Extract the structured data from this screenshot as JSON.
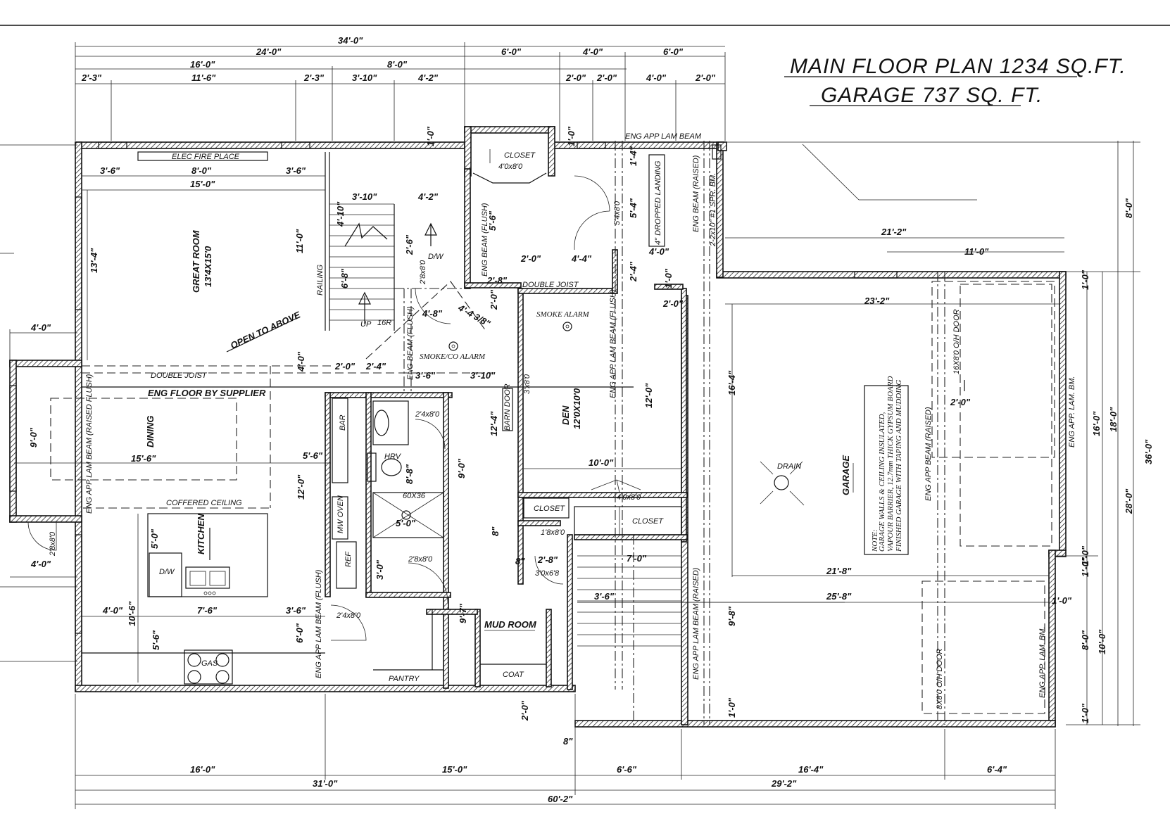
{
  "title": {
    "line1": "MAIN FLOOR PLAN 1234 SQ.FT.",
    "line2": "GARAGE  737 SQ. FT."
  },
  "rooms": {
    "great_room": "GREAT ROOM",
    "great_room_size": "13'4X15'0",
    "dining": "DINING",
    "kitchen": "KITCHEN",
    "den": "DEN",
    "den_size": "12'0X10'0",
    "garage": "GARAGE",
    "mud_room": "MUD ROOM",
    "pantry": "PANTRY",
    "coat": "COAT",
    "closet_top": "CLOSET",
    "closet_mid": "CLOSET",
    "closet_low": "CLOSET"
  },
  "labels": {
    "elec_fire_place": "ELEC FIRE PLACE",
    "open_to_above": "OPEN TO ABOVE",
    "double_joist_1": "DOUBLE JOIST",
    "double_joist_2": "DOUBLE JOIST",
    "eng_floor": "ENG FLOOR BY SUPPLIER",
    "coffered": "COFFERED CEILING",
    "smoke_co": "SMOKE/CO ALARM",
    "smoke": "SMOKE ALARM",
    "drain": "DRAIN",
    "railing": "RAILING",
    "up": "UP",
    "sixteen_r": "16R",
    "dw_stair": "D/W",
    "dw_kitchen": "D/W",
    "gas": "GAS",
    "bar": "BAR",
    "ref": "REF",
    "mw_oven": "MW OVEN",
    "barn_door": "BARN DOOR",
    "dropped_landing": "4\" DROPPED LANDING",
    "eng_app_lam_beam_top": "ENG APP LAM BEAM",
    "eng_beam_raised_v": "ENG BEAM (RAISED)",
    "spr_bm": "2-2x10\" #1 SPR. BM.",
    "eng_beam_flush_1": "ENG BEAM (FLUSH)",
    "eng_beam_flush_2": "ENG BEAM (FLUSH)",
    "eng_app_lam_flush": "ENG APP LAM BEAM (FLUSH)",
    "eng_app_lam_raised_flush": "ENG APP LAM BEAM (RAISED FLUSH)",
    "eng_app_lam_flush_low": "ENG APP LAM BEAM (FLUSH)",
    "eng_app_lam_raised_low": "ENG APP LAM BEAM (RAISED)",
    "eng_app_beam_raised": "ENG APP BEAM (RAISED)",
    "eng_app_lam_bm_1": "ENG APP. LAM. BM.",
    "eng_app_lam_bm_2": "ENG APP. LAM. BM.",
    "oh_door_16": "16X8'0 O/H DOOR",
    "oh_door_8": "8X8'0 O/H DOOR",
    "shower": "60X36",
    "hrv": "HRV",
    "closet_size": "4'0x8'0",
    "door_5_4": "5'4x8'0",
    "door_2_8": "2'8x8'0",
    "door_2_4": "2'4x8'0",
    "door_2_4b": "2'4x8'0",
    "door_2_8b": "2'8x8'0",
    "door_2_8c": "2'8x8'0",
    "door_3x8": "3'x8'0",
    "door_4x8": "4'0x8'0",
    "door_1_8": "1'8x8'0",
    "door_3_6": "3'0x6'8",
    "note_title": "NOTE:",
    "note_1": "GARAGE WALLS & CEILING INSULATED,",
    "note_2": "VAPOUR BARRIER, 12.7mm THICK GYPSUM BOARD",
    "note_3": "FINISHED GARAGE WITH TAPING AND MUDDING"
  },
  "dims": {
    "top_34": "34'-0\"",
    "top_24": "24'-0\"",
    "top_6a": "6'-0\"",
    "top_4a": "4'-0\"",
    "top_6b": "6'-0\"",
    "top_16": "16'-0\"",
    "top_8": "8'-0\"",
    "t_2_3a": "2'-3\"",
    "t_11_6": "11'-6\"",
    "t_2_3b": "2'-3\"",
    "t_3_10": "3'-10\"",
    "t_4_2": "4'-2\"",
    "t_2_0a": "2'-0\"",
    "t_2_0b": "2'-0\"",
    "t_4_0": "4'-0\"",
    "t_2_0c": "2'-0\"",
    "gr_3_6a": "3'-6\"",
    "gr_8_0": "8'-0\"",
    "gr_3_6b": "3'-6\"",
    "gr_15_0": "15'-0\"",
    "gr_13_4": "13'-4\"",
    "gr_11_0": "11'-0\"",
    "st_4_10": "4'-10\"",
    "st_3_10": "3'-10\"",
    "st_4_2": "4'-2\"",
    "st_6_8": "6'-8\"",
    "st_2_6": "2'-6\"",
    "st_4_0": "4'-0\"",
    "c_1_0a": "1'-0\"",
    "c_1_0b": "1'-0\"",
    "c_5_6": "5'-6\"",
    "c_2_0": "2'-0\"",
    "c_4_4": "4'-4\"",
    "c_2_8": "2'-8\"",
    "c_2_0b": "2'-0\"",
    "c_4_8": "4'-8\"",
    "c_4_3": "4'-4 3/8\"",
    "l_1_4": "1'-4\"",
    "l_5_4": "5'-4\"",
    "l_2_4": "2'-4\"",
    "l_4_0": "4'-0\"",
    "l_2_0": "2'-0\"",
    "l_1_0": "1'-0\"",
    "l_2_0b": "2'-0\"",
    "g_21_2": "21'-2\"",
    "g_11_0": "11'-0\"",
    "g_23_2": "23'-2\"",
    "g_16_4": "16'-4\"",
    "g_21_8": "21'-8\"",
    "g_25_8": "25'-8\"",
    "g_2_0": "2'-0\"",
    "g_1_0": "1'-0\"",
    "r_8_0": "8'-0\"",
    "r_36_0": "36'-0\"",
    "r_18_0": "18'-0\"",
    "r_16_0": "16'-0\"",
    "r_28_0": "28'-0\"",
    "r_1_0": "1'-0\"",
    "r_1_0b": "1'-0\"",
    "r_1_0c": "1'-0\"",
    "r_8_0b": "8'-0\"",
    "r_10_0": "10'-0\"",
    "r_1_0d": "1'-0\"",
    "r_9_8": "9'-8\"",
    "r_1_0e": "1'-0\"",
    "left_4_0": "4'-0\"",
    "left_9_0": "9'-0\"",
    "left_4_0b": "4'-0\"",
    "d_15_6": "15'-6\"",
    "d_4_0": "4'-0\"",
    "d_2_0": "2'-0\"",
    "d_2_4": "2'-4\"",
    "d_3_6": "3'-6\"",
    "d_3_10": "3'-10\"",
    "d_5_6": "5'-6\"",
    "d_12_0": "12'-0\"",
    "k_5_0": "5'-0\"",
    "k_4_0": "4'-0\"",
    "k_10_6": "10'-6\"",
    "k_7_6": "7'-6\"",
    "k_3_6": "3'-6\"",
    "k_5_6": "5'-6\"",
    "k_6_0": "6'-0\"",
    "k_3_0": "3'-0\"",
    "b_8_8": "8'-8\"",
    "b_9_0": "9'-0\"",
    "b_5_0": "5'-0\"",
    "b_9_7": "9'-7\"",
    "den_12_4": "12'-4\"",
    "den_12_0": "12'-0\"",
    "den_10_0": "10'-0\"",
    "m_8": "8\"",
    "m_8b": "8\"",
    "m_2_8": "2'-8\"",
    "m_7_0": "7'-0\"",
    "m_3_6": "3'-6\"",
    "m_2_0": "2'-0\"",
    "m_8c": "8\"",
    "bot_16_0": "16'-0\"",
    "bot_15_0": "15'-0\"",
    "bot_6_6": "6'-6\"",
    "bot_16_4": "16'-4\"",
    "bot_6_4": "6'-4\"",
    "bot_31_0": "31'-0\"",
    "bot_29_2": "29'-2\"",
    "bot_60_2": "60'-2\""
  }
}
